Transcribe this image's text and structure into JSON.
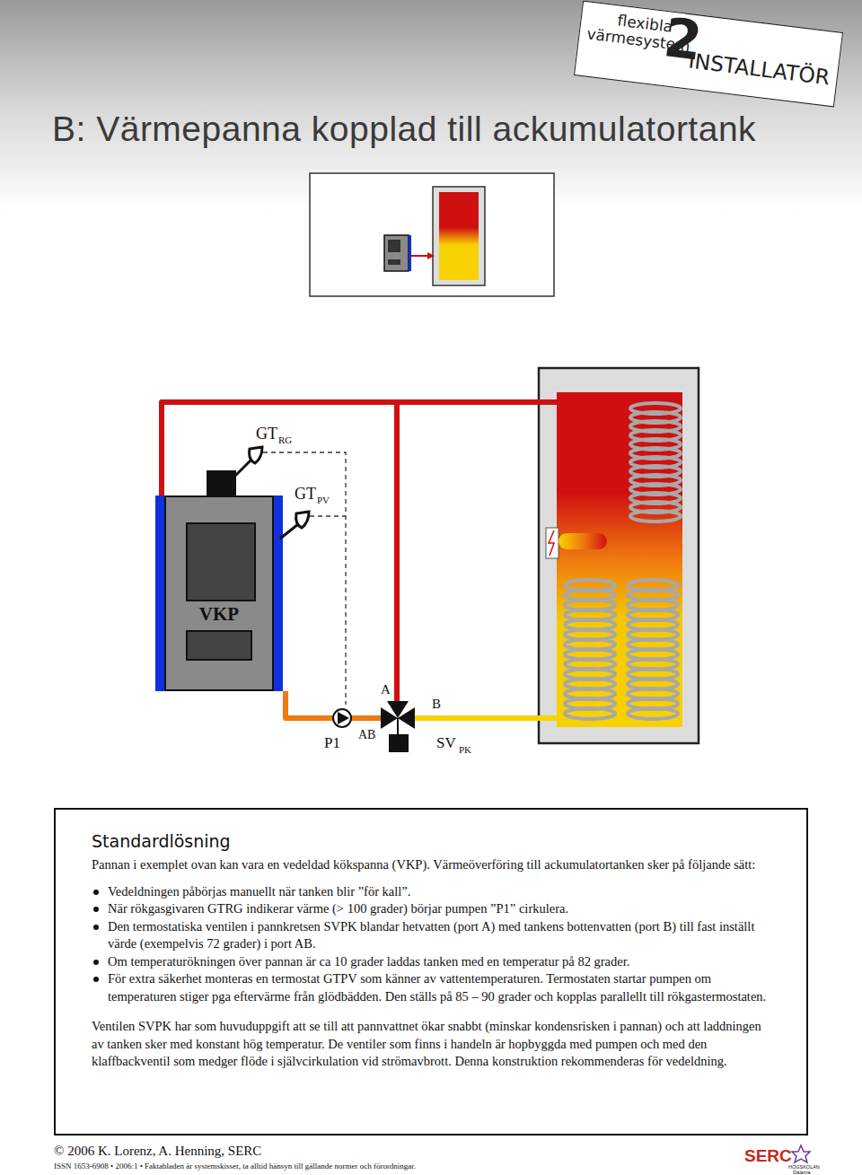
{
  "diagram": {
    "title": "B: Värmepanna kopplad till ackumulatortank",
    "nodes": [
      {
        "text": [
          "flexibla",
          "värmesystem",
          "2",
          "INSTALLATÖR"
        ]
      },
      {
        "text": [
          "VKP"
        ]
      },
      {
        "text": [
          "Standardlösning",
          "Pannan i exemplet ovan kan vara en vedeldad kökspanna (VKP). Värmeöverföring till ackumulatortanken sker på följande sätt:",
          "Vedeldningen påbörjas manuellt när tanken blir ”för kall”.",
          "När rökgasgivaren GTRG indikerar värme (> 100 grader) börjar pumpen ”P1” cirkulera.",
          "Den termostatiska ventilen i pannkretsen SVPK blandar hetvatten (port A) med tankens bottenvatten (port B) till fast inställt värde (exempelvis 72 grader) i port AB.",
          "Om temperaturökningen över pannan är ca 10 grader laddas tanken med en temperatur på 82 grader.",
          "För extra säkerhet monteras en termostat GTPV som känner av vattentemperaturen. Termostaten startar pumpen om temperaturen stiger pga eftervärme från glödbädden. Den ställs på 85 – 90 grader och kopplas parallellt till rökgastermostaten.",
          "Ventilen SVPK har som huvuduppgift att se till att pannvattnet ökar snabbt (minskar kondensrisken i pannan) och att laddningen av tanken sker med konstant hög temperatur. De ventiler som finns i handeln är hopbyggda med pumpen och med den klaffbackventil som medger flöde i självcirkulation vid strömavbrott. Denna konstruktion rekommenderas för vedeldning."
        ]
      }
    ],
    "labels": [
      "GT",
      "RG",
      "GT",
      "PV",
      "A",
      "B",
      "P1",
      "AB",
      "SV",
      "PK",
      "© 2006 K. Lorenz, A. Henning, SERC",
      "ISSN 1653-6908 • 2006:1 • Faktabladen är systemskisser, ta alltid hänsyn till gällande normer och förordningar.",
      "SERC",
      "HÖGSKOLAN Dalarna"
    ]
  }
}
